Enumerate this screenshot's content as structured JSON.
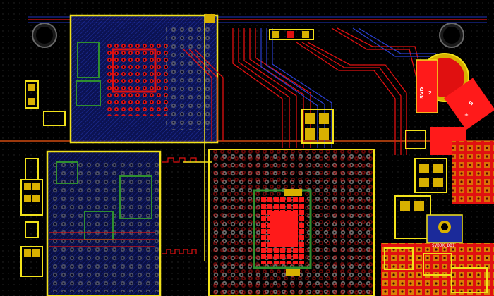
{
  "app": {
    "name": ""
  },
  "colors": {
    "background": "#000000",
    "grid_dot": "#2a2a2a",
    "top_copper": "#e01010",
    "bottom_copper": "#1b2a9a",
    "silkscreen_outline": "#f2e21a",
    "pad_gold": "#d8b000",
    "via_ring": "#9a9a9a",
    "component_outline": "#2f8f2f",
    "board_edge_trace": "#d04a10"
  },
  "labels": {
    "svd_rotated": "SVD",
    "svd_number": "2",
    "svdjk": "SVDJK_DD1",
    "conn_s": "S",
    "plus": "+"
  },
  "icons": {
    "mounting_hole_left": "mounting-hole-icon",
    "mounting_hole_right": "mounting-hole-icon"
  }
}
